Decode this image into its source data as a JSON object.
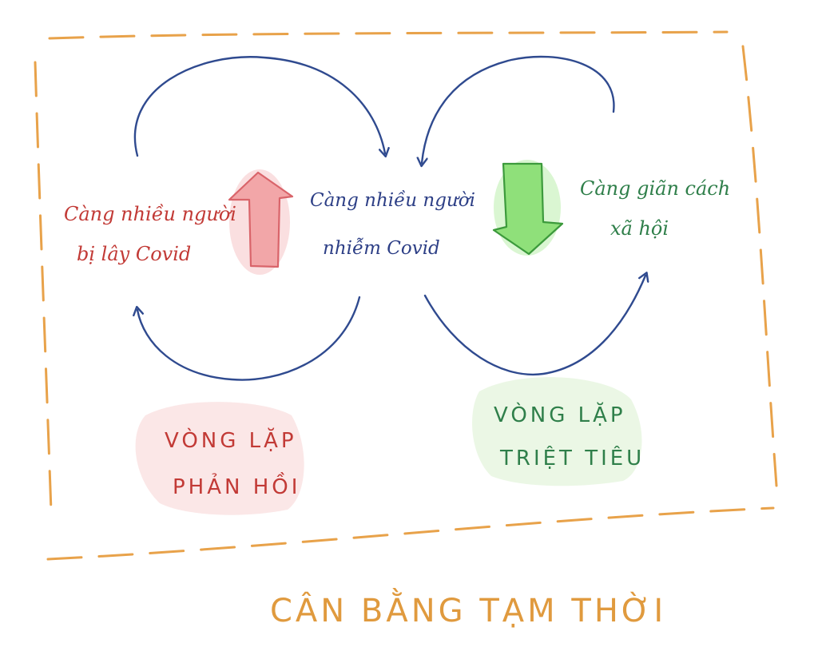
{
  "colors": {
    "frame": "#e8a24a",
    "loop_lines": "#2f4a8f",
    "red_text": "#c23a36",
    "blue_text": "#2d3f86",
    "green_text": "#2f7f4a",
    "orange_title": "#e09a3e",
    "red_arrow_fill": "#f2a6a8",
    "red_arrow_stroke": "#d9646a",
    "green_arrow_fill": "#8fe07a",
    "green_arrow_stroke": "#3c9a3c",
    "red_blob": "#fbe6e6",
    "green_blob": "#eaf7e4"
  },
  "nodes": {
    "left": {
      "line1": "Càng nhiều người",
      "line2": "bị lây Covid"
    },
    "center": {
      "line1": "Càng nhiều người",
      "line2": "nhiễm Covid"
    },
    "right": {
      "line1": "Càng giãn cách",
      "line2": "xã hội"
    }
  },
  "loops": {
    "reinforcing": {
      "line1": "VÒNG LẶP",
      "line2": "PHẢN HỒI"
    },
    "balancing": {
      "line1": "VÒNG LẶP",
      "line2": "TRIỆT TIÊU"
    }
  },
  "title": "CÂN BẰNG TẠM THỜI",
  "icons": {
    "up_arrow": "up-arrow-icon",
    "down_arrow": "down-arrow-icon"
  }
}
